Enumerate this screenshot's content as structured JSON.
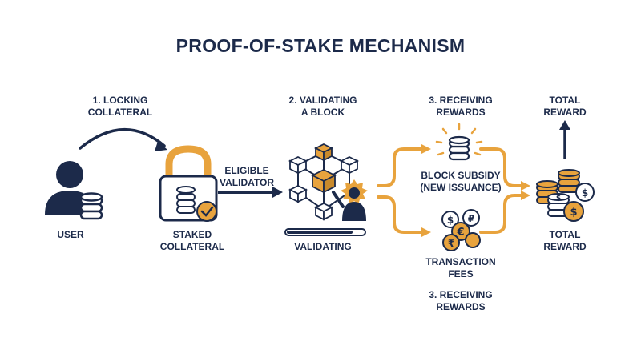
{
  "title": "PROOF-OF-STAKE MECHANISM",
  "steps": {
    "locking": "1. LOCKING\nCOLLATERAL",
    "validating": "2. VALIDATING\nA BLOCK",
    "receiving_top": "3. RECEIVING\nREWARDS",
    "receiving_bottom": "3. RECEIVING\nREWARDS",
    "total_reward_top": "TOTAL\nREWARD"
  },
  "nodes": {
    "user": "USER",
    "staked_collateral": "STAKED\nCOLLATERAL",
    "eligible_validator": "ELIGIBLE\nVALIDATOR",
    "validating": "VALIDATING",
    "block_subsidy": "BLOCK SUBSIDY\n(NEW ISSUANCE)",
    "transaction_fees": "TRANSACTION\nFEES",
    "total_reward": "TOTAL\nREWARD"
  },
  "colors": {
    "navy": "#1c2a4a",
    "gold": "#e8a33d",
    "light": "#f5f6f8"
  }
}
